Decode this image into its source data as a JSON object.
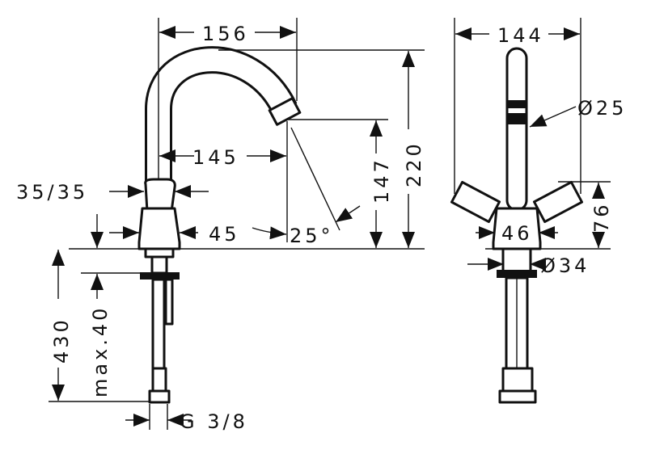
{
  "drawing": {
    "side_view": {
      "spout_reach": "156",
      "spout_outlet_distance": "145",
      "total_height": "220",
      "spout_outlet_height": "147",
      "handle_width": "35/35",
      "body_width": "45",
      "spout_angle": "25°",
      "max_deck_thickness": "max.40",
      "hose_length": "430",
      "connection_thread": "G 3/8"
    },
    "front_view": {
      "handle_span": "144",
      "spout_diameter": "Ø25",
      "handle_height": "76",
      "body_width": "46",
      "base_diameter": "Ø34"
    }
  }
}
